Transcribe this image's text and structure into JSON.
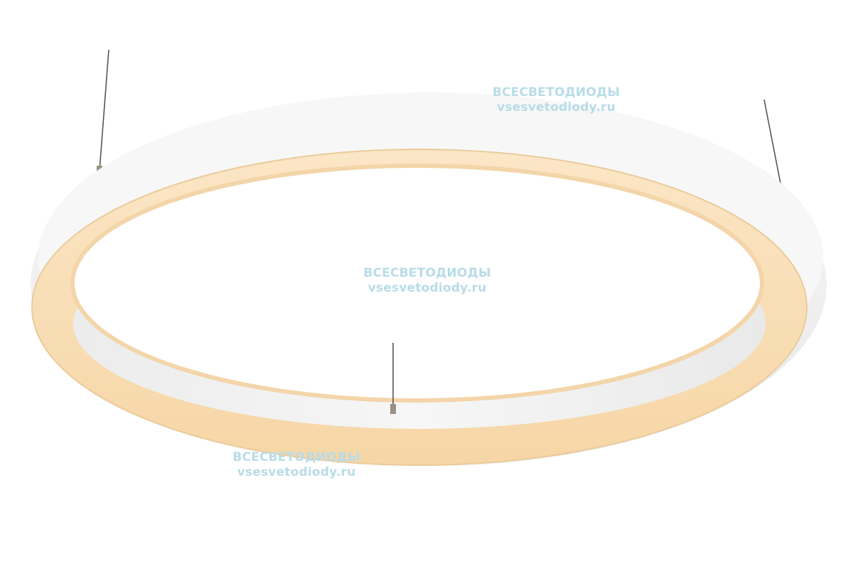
{
  "colors": {
    "background": "#ffffff",
    "housing_white": "#f5f5f5",
    "housing_shade": "#e3e3e3",
    "diffuser_warm": "#fde9c9",
    "diffuser_glow": "#f7d9ac",
    "cable": "#555555",
    "watermark": "#b8dce8"
  },
  "watermarks": [
    {
      "line1": "ВСЕСВЕТОДИОДЫ",
      "line2": "vsesvetodiody.ru"
    },
    {
      "line1": "ВСЕСВЕТОДИОДЫ",
      "line2": "vsesvetodiody.ru"
    },
    {
      "line1": "ВСЕСВЕТОДИОДЫ",
      "line2": "vsesvetodiody.ru"
    }
  ]
}
